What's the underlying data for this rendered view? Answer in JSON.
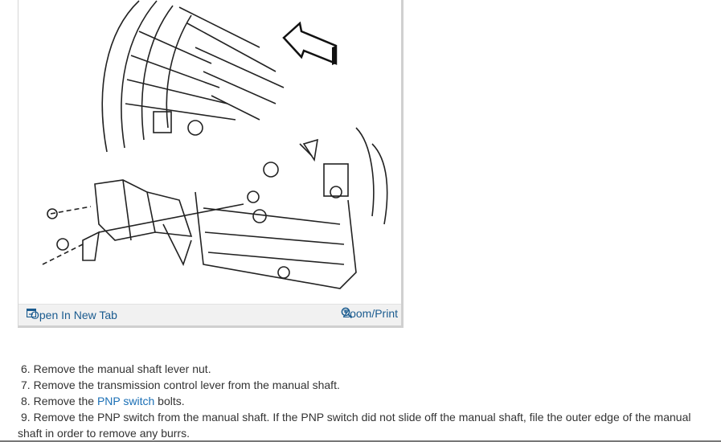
{
  "figure": {
    "open_tab_label": "Open In New Tab",
    "zoom_print_label": "Zoom/Print"
  },
  "steps": [
    {
      "number": "6.",
      "text": "Remove the manual shaft lever nut."
    },
    {
      "number": "7.",
      "text": "Remove the transmission control lever from the manual shaft."
    },
    {
      "number": "8.",
      "before": "Remove the ",
      "link": "PNP switch",
      "after": " bolts."
    },
    {
      "number": "9.",
      "text": "Remove the PNP switch from the manual shaft. If the PNP switch did not slide off the manual shaft, file the outer edge of the manual shaft in order to remove any burrs."
    }
  ],
  "colors": {
    "link": "#1a6fb5",
    "bar_link": "#1a5b8f",
    "bar_bg": "#f1f1f1"
  }
}
